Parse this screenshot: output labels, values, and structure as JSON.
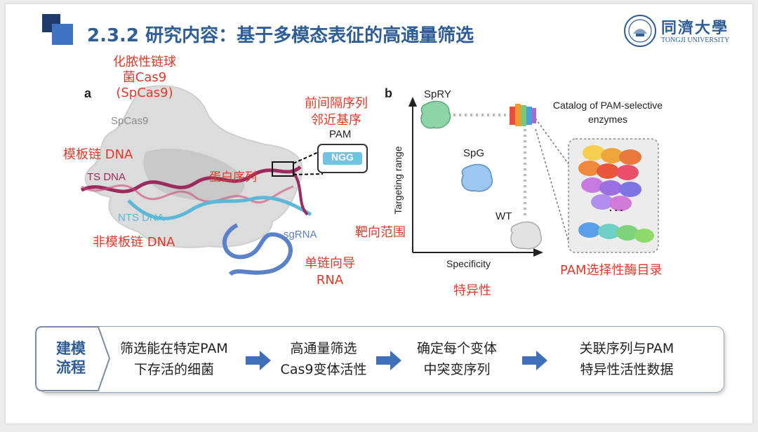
{
  "header": {
    "title": "2.3.2 研究内容：基于多模态表征的高通量筛选",
    "logo_text": "同濟大學",
    "logo_subtext": "TONGJI UNIVERSITY"
  },
  "figure_a": {
    "panel_label": "a",
    "cas9_cn_1": "化脓性链球",
    "cas9_cn_2": "菌Cas9",
    "cas9_cn_3": "(SpCas9)",
    "spcas9_label": "SpCas9",
    "template_strand_cn": "模板链 DNA",
    "ts_dna": "TS DNA",
    "protein_seq_cn": "蛋白序列",
    "nts_dna": "NTS DNA",
    "nontemplate_strand_cn": "非模板链 DNA",
    "sgrna_label": "sgRNA",
    "sgrna_cn_1": "单链向导",
    "sgrna_cn_2": "RNA",
    "pam_cn_1": "前间隔序列",
    "pam_cn_2": "邻近基序",
    "pam_label": "PAM",
    "ngg_label": "NGG"
  },
  "figure_b": {
    "panel_label": "b",
    "spry": "SpRY",
    "spg": "SpG",
    "wt": "WT",
    "y_axis": "Targeting range",
    "x_axis": "Specificity",
    "catalog_1": "Catalog of PAM-selective",
    "catalog_2": "enzymes",
    "ellipsis": ". . .",
    "targeting_cn": "靶向范围",
    "specificity_cn": "特异性",
    "catalog_cn": "PAM选择性酶目录"
  },
  "flow": {
    "head_1": "建模",
    "head_2": "流程",
    "steps": [
      {
        "line1": "筛选能在特定PAM",
        "line2": "下存活的细菌"
      },
      {
        "line1": "高通量筛选",
        "line2": "Cas9变体活性"
      },
      {
        "line1": "确定每个变体",
        "line2": "中突变序列"
      },
      {
        "line1": "关联序列与PAM",
        "line2": "特异性活性数据"
      }
    ]
  },
  "colors": {
    "title": "#2e5d98",
    "annotation_red": "#e03a2a",
    "flow_arrow": "#3f6fb8",
    "ts_dna": "#9b2b5e",
    "nts_dna": "#5bb8d8",
    "sgrna": "#5b82c8"
  }
}
